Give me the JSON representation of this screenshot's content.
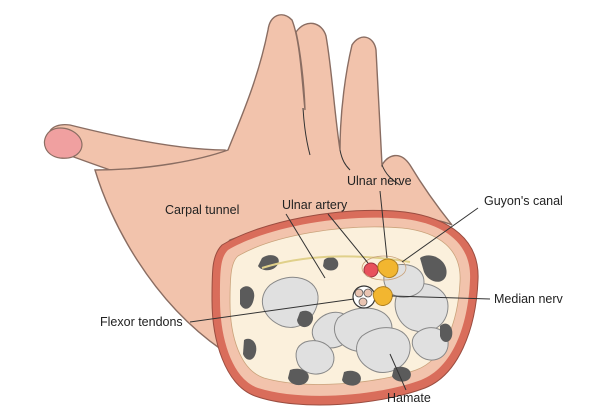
{
  "labels": {
    "carpal_tunnel": "Carpal tunnel",
    "ulnar_nerve": "Ulnar nerve",
    "ulnar_artery": "Ulnar artery",
    "guyons_canal": "Guyon's canal",
    "median_nerve": "Median nerv",
    "flexor_tendons": "Flexor tendons",
    "hamate": "Hamate"
  },
  "colors": {
    "skin": "#f2c3ac",
    "skin_outline": "#8a6d62",
    "rim": "#d96d5b",
    "interior": "#fbf0dc",
    "bone": "#e0e0e0",
    "bone_dark": "#5b5b5b",
    "nerve": "#f2b630",
    "artery": "#e8505c",
    "nail": "#f0a0a0"
  }
}
